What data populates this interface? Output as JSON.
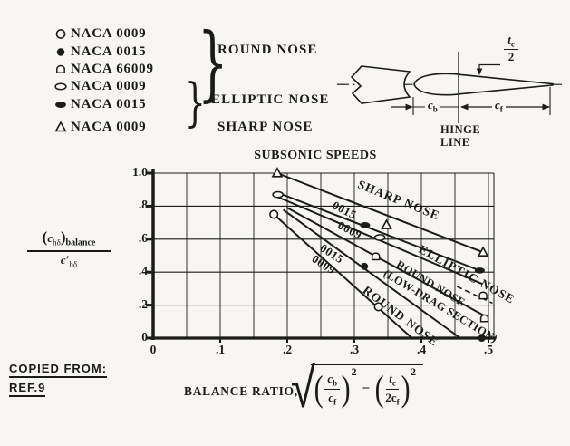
{
  "legend": {
    "brace": "}",
    "groups": [
      {
        "label": "ROUND NOSE",
        "items": [
          {
            "symbol": "circle-open",
            "label": "NACA 0009"
          },
          {
            "symbol": "circle-filled",
            "label": "NACA 0015"
          },
          {
            "symbol": "d-open",
            "label": "NACA 66009"
          }
        ]
      },
      {
        "label": "ELLIPTIC NOSE",
        "items": [
          {
            "symbol": "ellipse-open",
            "label": "NACA 0009"
          },
          {
            "symbol": "ellipse-filled",
            "label": "NACA 0015"
          }
        ]
      },
      {
        "label": "SHARP NOSE",
        "items": [
          {
            "symbol": "triangle-open",
            "label": "NACA 0009"
          }
        ]
      }
    ]
  },
  "diagram": {
    "tc_num": "t",
    "tc_num_sub": "c",
    "tc_den": "2",
    "cb": "c",
    "cb_sub": "b",
    "cf": "c",
    "cf_sub": "f",
    "hinge_line_1": "HINGE",
    "hinge_line_2": "LINE"
  },
  "ylabel": {
    "num_open": "(",
    "num_c": "c",
    "num_sub": "hδ",
    "num_close": ")",
    "num_tag": "balance",
    "den_c": "c′",
    "den_sub": "hδ"
  },
  "xlabel": {
    "prefix": "BALANCE RATIO,",
    "radical": "√",
    "paren_open": "(",
    "paren_close": ")",
    "f1_num": "c",
    "f1_num_sub": "b",
    "f1_den": "c",
    "f1_den_sub": "f",
    "exp1": "2",
    "minus": "−",
    "f2_num": "t",
    "f2_num_sub": "c",
    "f2_den": "2c",
    "f2_den_sub": "f",
    "exp2": "2"
  },
  "source": {
    "line1": "COPIED FROM:",
    "line2": "REF.9"
  },
  "chart_data": {
    "type": "line",
    "title": "SUBSONIC SPEEDS",
    "xlabel": "BALANCE RATIO, sqrt((cb/cf)^2 - (tc/2cf)^2)",
    "ylabel": "(c_h_delta)_balance / c_h_delta",
    "xlim": [
      0,
      0.5
    ],
    "ylim": [
      0,
      1.0
    ],
    "x_grid_step": 0.05,
    "y_grid_step": 0.2,
    "grid": true,
    "legend_position": "top-left-outside",
    "xticks": [
      {
        "v": 0.0,
        "t": "0"
      },
      {
        "v": 0.1,
        "t": ".1"
      },
      {
        "v": 0.2,
        "t": ".2"
      },
      {
        "v": 0.3,
        "t": ".3"
      },
      {
        "v": 0.4,
        "t": ".4"
      },
      {
        "v": 0.5,
        "t": ".5"
      }
    ],
    "yticks": [
      {
        "v": 0.0,
        "t": "0"
      },
      {
        "v": 0.2,
        "t": ".2"
      },
      {
        "v": 0.4,
        "t": ".4"
      },
      {
        "v": 0.6,
        "t": ".6"
      },
      {
        "v": 0.8,
        "t": ".8"
      },
      {
        "v": 1.0,
        "t": "1.0"
      }
    ],
    "series": [
      {
        "name": "NACA 0009 sharp nose",
        "marker": "triangle-open",
        "line": [
          [
            0.185,
            1.0
          ],
          [
            0.492,
            0.52
          ]
        ],
        "points": [
          [
            0.185,
            1.0
          ],
          [
            0.348,
            0.685
          ],
          [
            0.492,
            0.52
          ]
        ]
      },
      {
        "name": "NACA 0015 elliptic nose",
        "marker": "ellipse-filled",
        "line": [
          [
            0.19,
            0.875
          ],
          [
            0.487,
            0.41
          ]
        ],
        "points": [
          [
            0.316,
            0.685
          ],
          [
            0.487,
            0.41
          ]
        ]
      },
      {
        "name": "NACA 0009 elliptic nose",
        "marker": "ellipse-open",
        "line": [
          [
            0.186,
            0.855
          ],
          [
            0.49,
            0.33
          ]
        ],
        "points": [
          [
            0.186,
            0.87
          ],
          [
            0.338,
            0.61
          ]
        ]
      },
      {
        "name": "NACA 66009 round nose (low-drag section)",
        "marker": "d-open",
        "line": [
          [
            0.2,
            0.79
          ],
          [
            0.494,
            0.135
          ]
        ],
        "points": [
          [
            0.332,
            0.495
          ],
          [
            0.492,
            0.258
          ],
          [
            0.494,
            0.12
          ]
        ]
      },
      {
        "name": "NACA 0015 round nose",
        "marker": "circle-filled",
        "line": [
          [
            0.195,
            0.775
          ],
          [
            0.458,
            0.0
          ]
        ],
        "points": [
          [
            0.315,
            0.435
          ],
          [
            0.49,
            0.0
          ]
        ]
      },
      {
        "name": "NACA 0009 round nose",
        "marker": "circle-open",
        "line": [
          [
            0.18,
            0.75
          ],
          [
            0.386,
            0.0
          ]
        ],
        "points": [
          [
            0.18,
            0.75
          ],
          [
            0.336,
            0.19
          ]
        ]
      }
    ],
    "annotations": [
      {
        "text": "SHARP NOSE",
        "x": 0.366,
        "y": 0.835,
        "angle": 22,
        "cls": "lg"
      },
      {
        "text": "0015",
        "x": 0.285,
        "y": 0.775,
        "angle": 27,
        "cls": "md"
      },
      {
        "text": "0009",
        "x": 0.293,
        "y": 0.652,
        "angle": 27,
        "cls": "md"
      },
      {
        "text": "0015",
        "x": 0.266,
        "y": 0.511,
        "angle": 33,
        "cls": "md"
      },
      {
        "text": "0009",
        "x": 0.254,
        "y": 0.443,
        "angle": 33,
        "cls": "md"
      },
      {
        "text": "ELLIPTIC NOSE",
        "x": 0.468,
        "y": 0.385,
        "angle": 29,
        "cls": "lg"
      },
      {
        "text": "ROUND NOSE",
        "x": 0.413,
        "y": 0.328,
        "angle": 31,
        "cls": "sm"
      },
      {
        "text": "(LOW-DRAG SECTION)",
        "x": 0.428,
        "y": 0.19,
        "angle": 31,
        "cls": "sm"
      },
      {
        "text": "ROUND NOSE",
        "x": 0.369,
        "y": 0.13,
        "angle": 37,
        "cls": "lg"
      }
    ],
    "leader": {
      "from": [
        0.453,
        0.313
      ],
      "to": [
        0.506,
        0.212
      ]
    }
  }
}
